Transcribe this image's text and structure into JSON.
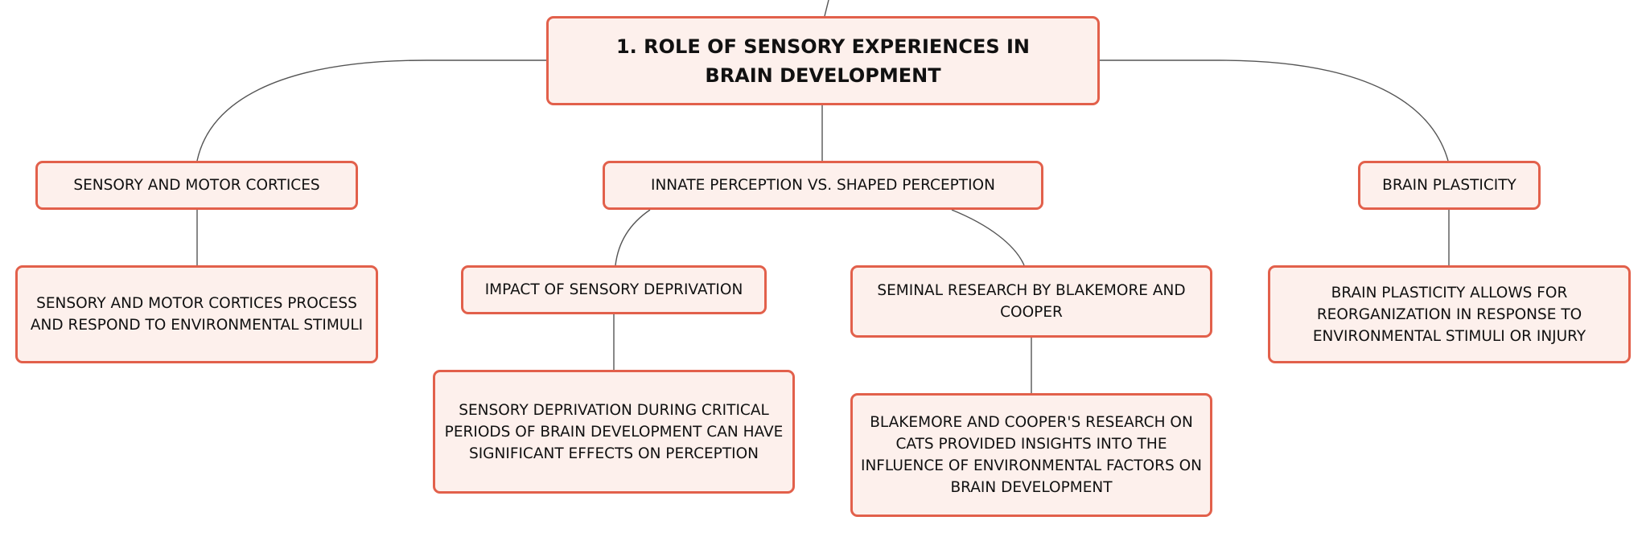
{
  "colors": {
    "node_fill": "#fdf0ec",
    "node_border": "#e2604b",
    "connector": "#555555",
    "text": "#111111"
  },
  "diagram": {
    "root": {
      "label": "1. ROLE OF SENSORY EXPERIENCES IN BRAIN DEVELOPMENT"
    },
    "branches": {
      "sensory_motor": {
        "label": "SENSORY AND MOTOR CORTICES",
        "detail": "SENSORY AND MOTOR CORTICES PROCESS AND RESPOND TO ENVIRONMENTAL STIMULI"
      },
      "perception": {
        "label": "INNATE PERCEPTION VS. SHAPED PERCEPTION",
        "deprivation": {
          "label": "IMPACT OF SENSORY DEPRIVATION",
          "detail": "SENSORY DEPRIVATION DURING CRITICAL PERIODS OF BRAIN DEVELOPMENT CAN HAVE SIGNIFICANT EFFECTS ON PERCEPTION"
        },
        "research": {
          "label": "SEMINAL RESEARCH BY BLAKEMORE AND COOPER",
          "detail": "BLAKEMORE AND COOPER'S RESEARCH ON CATS PROVIDED INSIGHTS INTO THE INFLUENCE OF ENVIRONMENTAL FACTORS ON BRAIN DEVELOPMENT"
        }
      },
      "plasticity": {
        "label": "BRAIN PLASTICITY",
        "detail": "BRAIN PLASTICITY ALLOWS FOR REORGANIZATION IN RESPONSE TO ENVIRONMENTAL STIMULI OR INJURY"
      }
    }
  }
}
